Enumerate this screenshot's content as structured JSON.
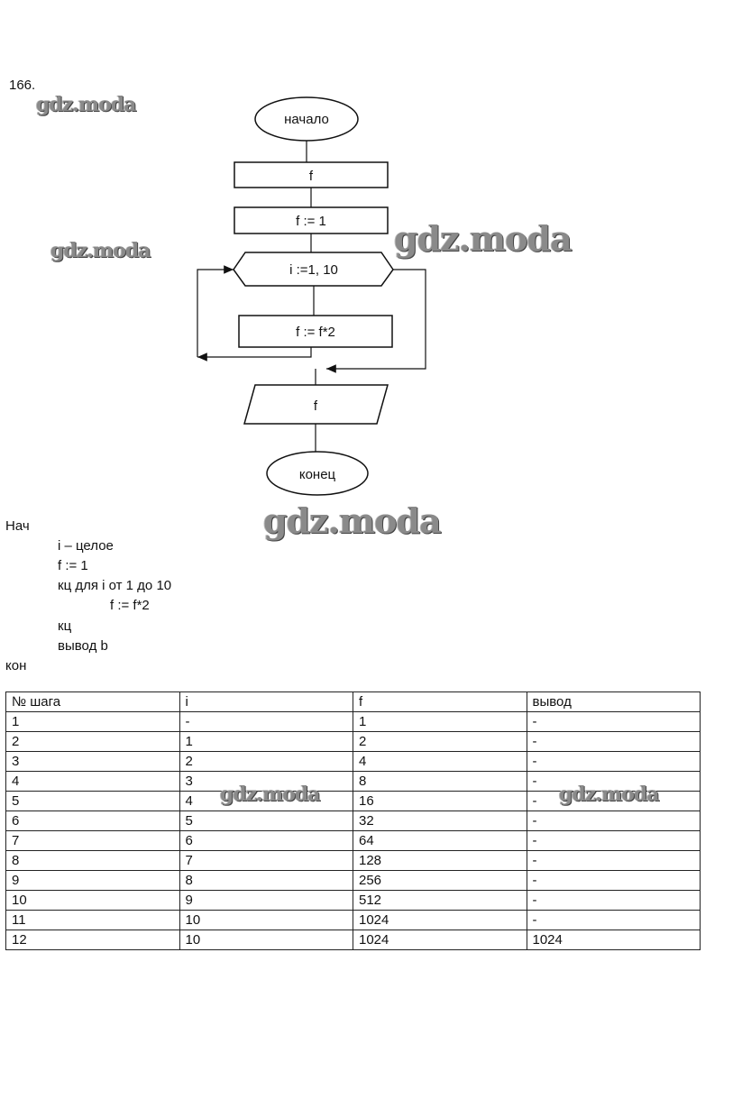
{
  "problem_number": "166.",
  "watermark_text": "gdz.moda",
  "flowchart": {
    "start": "начало",
    "input": "f",
    "assign": "f := 1",
    "loop": "i :=1, 10",
    "body": "f := f*2",
    "output": "f",
    "end": "конец"
  },
  "code": {
    "begin": "Нач",
    "declare": "i – целое",
    "init": "f := 1",
    "loop_head": "кц для i от 1 до 10",
    "loop_body": "f := f*2",
    "loop_end": "кц",
    "output": "вывод b",
    "end": "кон"
  },
  "table": {
    "headers": [
      "№ шага",
      "i",
      "f",
      "вывод"
    ],
    "rows": [
      [
        "1",
        "-",
        "1",
        "-"
      ],
      [
        "2",
        "1",
        "2",
        "-"
      ],
      [
        "3",
        "2",
        "4",
        "-"
      ],
      [
        "4",
        "3",
        "8",
        "-"
      ],
      [
        "5",
        "4",
        "16",
        "-"
      ],
      [
        "6",
        "5",
        "32",
        "-"
      ],
      [
        "7",
        "6",
        "64",
        "-"
      ],
      [
        "8",
        "7",
        "128",
        "-"
      ],
      [
        "9",
        "8",
        "256",
        "-"
      ],
      [
        "10",
        "9",
        "512",
        "-"
      ],
      [
        "11",
        "10",
        "1024",
        "-"
      ],
      [
        "12",
        "10",
        "1024",
        "1024"
      ]
    ]
  }
}
